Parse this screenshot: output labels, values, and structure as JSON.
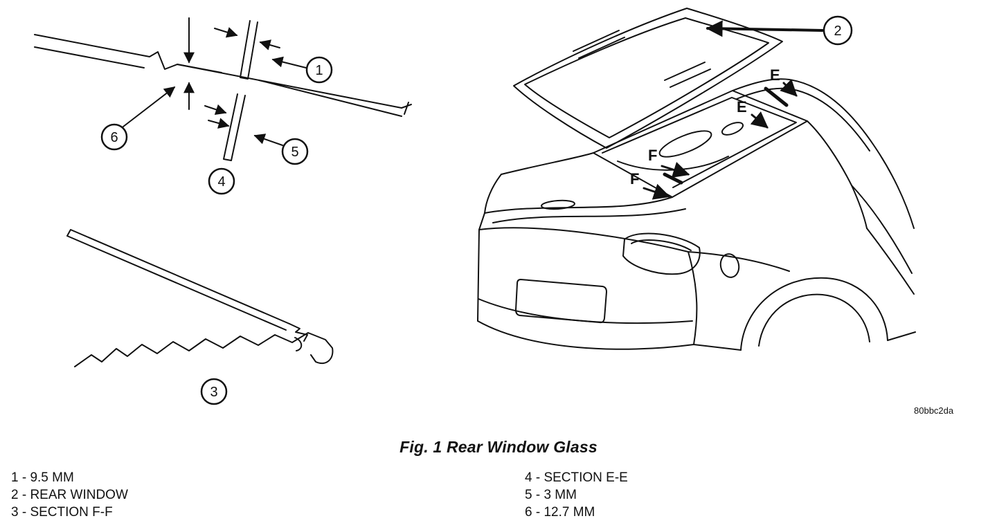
{
  "figure": {
    "caption": "Fig. 1 Rear Window Glass",
    "image_code": "80bbc2da"
  },
  "callouts": {
    "n1": "1",
    "n2": "2",
    "n3": "3",
    "n4": "4",
    "n5": "5",
    "n6": "6"
  },
  "section_markers": {
    "e1": "E",
    "e2": "E",
    "f1": "F",
    "f2": "F"
  },
  "legend": {
    "column_left": [
      "1 - 9.5 MM",
      "2 - REAR WINDOW",
      "3 - SECTION F-F"
    ],
    "column_right": [
      "4 - SECTION E-E",
      "5 - 3 MM",
      "6 - 12.7 MM"
    ]
  }
}
